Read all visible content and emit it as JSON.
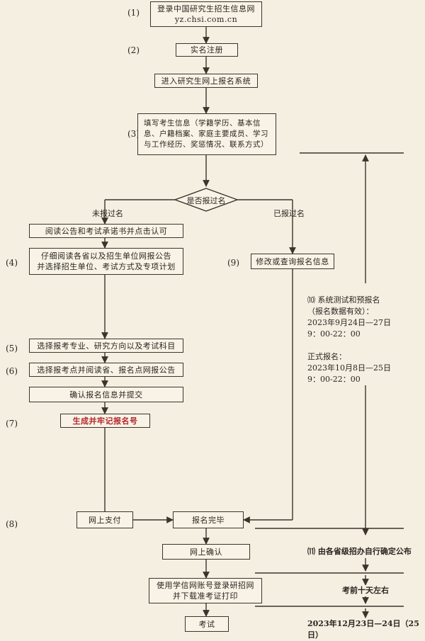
{
  "steps": {
    "s1": {
      "number": "(1)",
      "text": "登录中国研究生招生信息网\nyz.chsi.com.cn"
    },
    "s2": {
      "number": "(2)",
      "text": "实名注册"
    },
    "s_enter": {
      "text": "进入研究生网上报名系统"
    },
    "s3": {
      "number": "(3)",
      "text": "填写考生信息（学籍学历、基本信\n息、户籍档案、家庭主要成员、学习\n与工作经历、奖惩情况、联系方式）"
    },
    "decision": {
      "text": "是否报过名"
    },
    "branch_no": "未报过名",
    "branch_yes": "已报过名",
    "s_read": {
      "text": "阅读公告和考试承诺书并点击认可"
    },
    "s4": {
      "number": "(4)",
      "text": "仔细阅读各省以及招生单位网报公告\n并选择招生单位、考试方式及专项计划"
    },
    "s9": {
      "number": "(9)",
      "text": "修改或查询报名信息"
    },
    "s5": {
      "number": "(5)",
      "text": "选择报考专业、研究方向以及考试科目"
    },
    "s6": {
      "number": "(6)",
      "text": "选择报考点并阅读省、报名点网报公告"
    },
    "s_confirm": {
      "text": "确认报名信息并提交"
    },
    "s7": {
      "number": "(7)",
      "text": "生成并牢记报名号"
    },
    "s8": {
      "number": "(8)",
      "text": "网上支付"
    },
    "s_done": {
      "text": "报名完毕"
    },
    "s_online": {
      "text": "网上确认"
    },
    "s_print": {
      "text": "使用学信网账号登录研招网\n并下载准考证打印"
    },
    "s_exam": {
      "text": "考试"
    }
  },
  "notes": {
    "n10": "⑽ 系统测试和预报名\n   （报名数据有效）：\n   2023年9月24日—27日\n   9：00-22：00\n\n   正式报名：\n   2023年10月8日—25日\n   9：00-22：00",
    "n11": "⑾ 由各省级招办自行确定公布",
    "n_before": "考前十天左右",
    "n_exam_date": "2023年12月23日—24日（25日）"
  },
  "colors": {
    "line": "#3c342c",
    "accent_red": "#b3262b",
    "background": "#f4efe1"
  }
}
